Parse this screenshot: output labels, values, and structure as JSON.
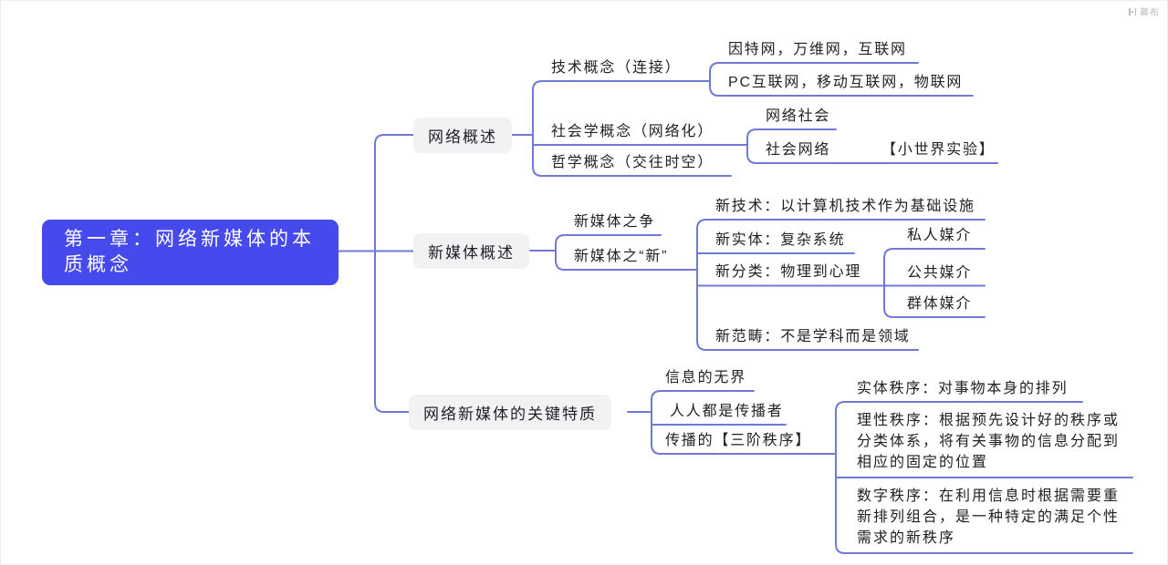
{
  "watermark": {
    "brand": "幕布"
  },
  "colors": {
    "accent": "#4649ec",
    "line": "#7278d6",
    "node_bg": "#f2f2f5",
    "text": "#212126",
    "root_text": "#ffffff",
    "watermark": "#b8bcc2"
  },
  "root": {
    "label": "第一章：网络新媒体的本质概念"
  },
  "branches": [
    {
      "label": "网络概述",
      "children": [
        {
          "label": "技术概念（连接）",
          "children": [
            {
              "label": "因特网，万维网，互联网"
            },
            {
              "label": "PC互联网，移动互联网，物联网"
            }
          ]
        },
        {
          "label": "社会学概念（网络化）",
          "children": [
            {
              "label": "网络社会"
            },
            {
              "label": "社会网络",
              "children": [
                {
                  "label": "【小世界实验】"
                }
              ]
            }
          ]
        },
        {
          "label": "哲学概念（交往时空）"
        }
      ]
    },
    {
      "label": "新媒体概述",
      "children": [
        {
          "label": "新媒体之争"
        },
        {
          "label": "新媒体之“新”",
          "children": [
            {
              "label": "新技术：以计算机技术作为基础设施"
            },
            {
              "label": "新实体：复杂系统"
            },
            {
              "label": "新分类：物理到心理",
              "children": [
                {
                  "label": "私人媒介"
                },
                {
                  "label": "公共媒介"
                },
                {
                  "label": "群体媒介"
                }
              ]
            },
            {
              "label": "新范畴：不是学科而是领域"
            }
          ]
        }
      ]
    },
    {
      "label": "网络新媒体的关键特质",
      "children": [
        {
          "label": "信息的无界"
        },
        {
          "label": "人人都是传播者"
        },
        {
          "label": "传播的【三阶秩序】",
          "children": [
            {
              "label": "实体秩序：对事物本身的排列"
            },
            {
              "label": "理性秩序：根据预先设计好的秩序或分类体系，将有关事物的信息分配到相应的固定的位置"
            },
            {
              "label": "数字秩序：在利用信息时根据需要重新排列组合，是一种特定的满足个性需求的新秩序"
            }
          ]
        }
      ]
    }
  ]
}
